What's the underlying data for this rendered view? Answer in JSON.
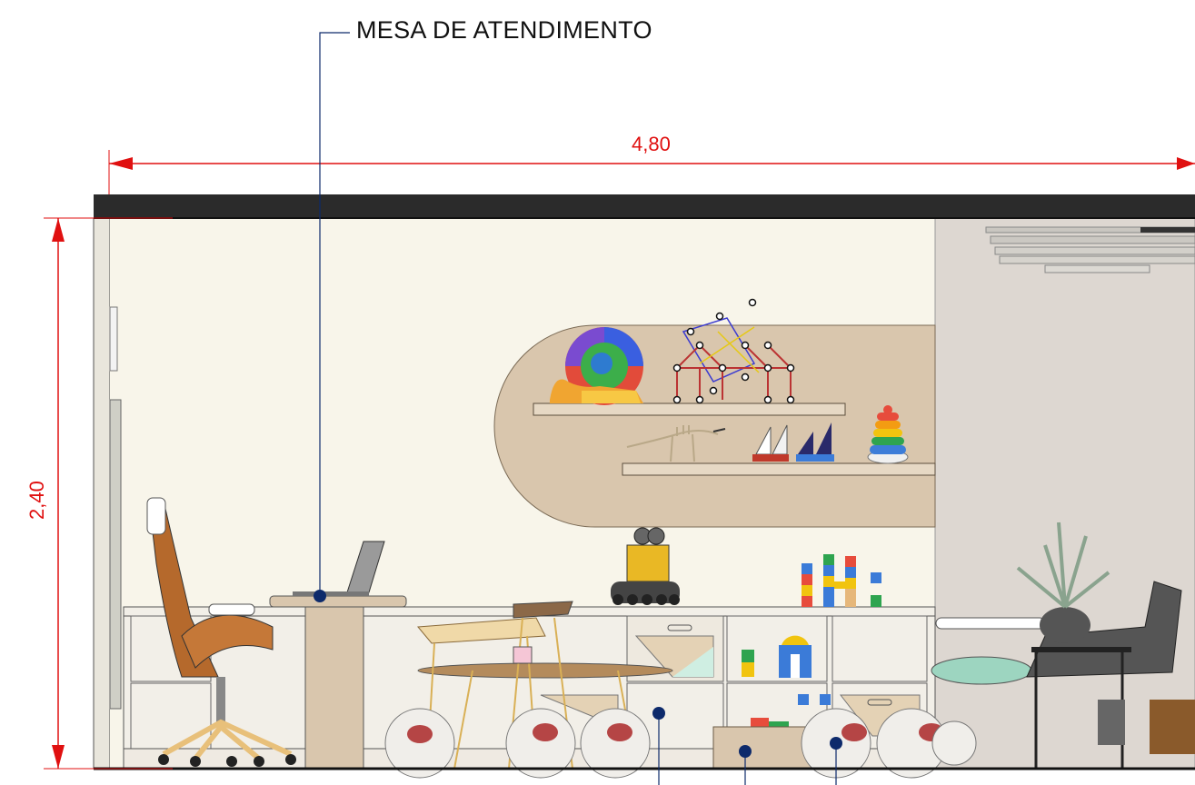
{
  "callout": {
    "label": "MESA DE ATENDIMENTO"
  },
  "dimensions": {
    "width": "4,80",
    "height": "2,40"
  },
  "colors": {
    "dimension_red": "#e01010",
    "callout_blue": "#0d2a6b",
    "wall_cream": "#f8f5ea",
    "wall_grey": "#ddd7d1",
    "ceiling_dark": "#2b2b2b",
    "wood": "#d8c3a8",
    "cabinet": "#f2efe8"
  }
}
